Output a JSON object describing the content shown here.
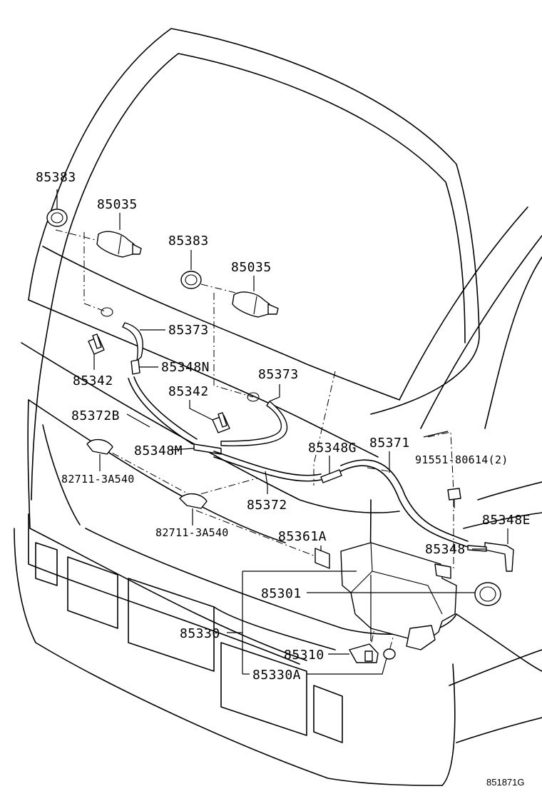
{
  "labels": {
    "p85383_a": "85383",
    "p85035_a": "85035",
    "p85383_b": "85383",
    "p85035_b": "85035",
    "p85373_a": "85373",
    "p85348N": "85348N",
    "p85342_a": "85342",
    "p85373_b": "85373",
    "p85342_b": "85342",
    "p85372B": "85372B",
    "p85348M": "85348M",
    "p85348G": "85348G",
    "p85371": "85371",
    "p91551": "91551-80614(2)",
    "p82711_a": "82711-3A540",
    "p85372": "85372",
    "p82711_b": "82711-3A540",
    "p85348E": "85348E",
    "p85361A": "85361A",
    "p85348": "85348",
    "p85301": "85301",
    "p85330": "85330",
    "p85310": "85310",
    "p85330A": "85330A"
  },
  "diagram_ref": "851871G"
}
